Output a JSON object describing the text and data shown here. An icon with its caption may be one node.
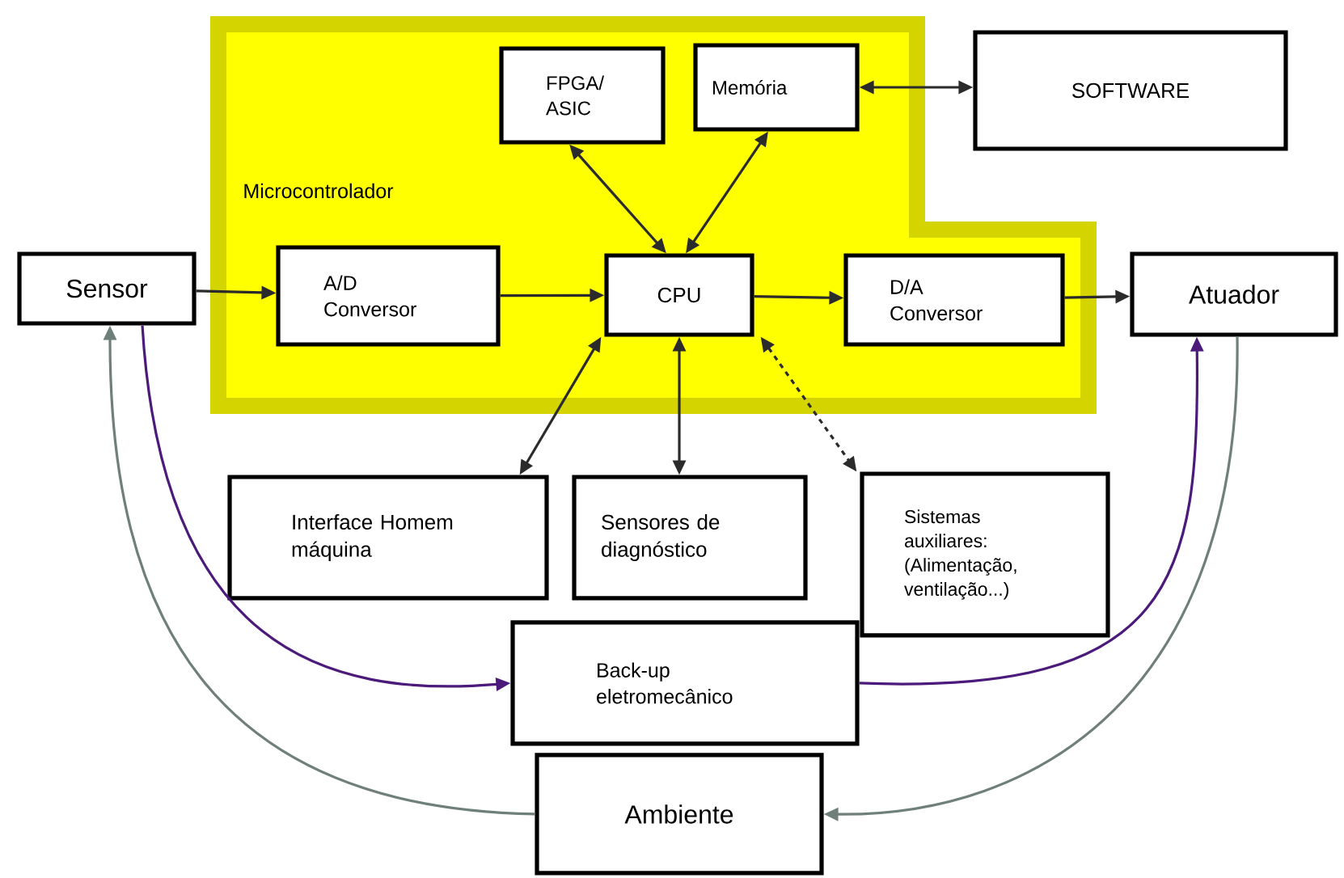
{
  "diagram": {
    "nodes": [
      {
        "text": [
          "Microcontrolador"
        ]
      },
      {
        "text": [
          "FPGA/ ASIC"
        ],
        "in": 0
      },
      {
        "text": [
          "Memória"
        ],
        "in": 0
      },
      {
        "text": [
          "SOFTWARE"
        ]
      },
      {
        "text": [
          "Sensor"
        ]
      },
      {
        "text": [
          "A/D Conversor"
        ],
        "in": 0
      },
      {
        "text": [
          "CPU"
        ],
        "in": 0
      },
      {
        "text": [
          "D/A Conversor"
        ],
        "in": 0
      },
      {
        "text": [
          "Atuador"
        ]
      },
      {
        "text": [
          "Interface Homem máquina"
        ]
      },
      {
        "text": [
          "Sensores de diagnóstico"
        ]
      },
      {
        "text": [
          "Sistemas auxiliares: (Alimentação, ventilação...)"
        ]
      },
      {
        "text": [
          "Back-up eletromecânico"
        ]
      },
      {
        "text": [
          "Ambiente"
        ]
      }
    ],
    "edges": [
      {
        "from": 4,
        "to": 5,
        "arrow": "to"
      },
      {
        "from": 5,
        "to": 6,
        "arrow": "to"
      },
      {
        "from": 6,
        "to": 7,
        "arrow": "to"
      },
      {
        "from": 7,
        "to": 8,
        "arrow": "to"
      },
      {
        "from": 6,
        "to": 1,
        "arrow": "both"
      },
      {
        "from": 6,
        "to": 2,
        "arrow": "both"
      },
      {
        "from": 2,
        "to": 3,
        "arrow": "both"
      },
      {
        "from": 6,
        "to": 9,
        "arrow": "both"
      },
      {
        "from": 6,
        "to": 10,
        "arrow": "both"
      },
      {
        "from": 6,
        "to": 11,
        "arrow": "both",
        "style": "dashed"
      },
      {
        "from": 4,
        "to": 12,
        "arrow": "to",
        "color": "#4b1a7a"
      },
      {
        "from": 12,
        "to": 8,
        "arrow": "to",
        "color": "#4b1a7a"
      },
      {
        "from": 13,
        "to": 4,
        "arrow": "to",
        "color": "#6f7f7a"
      },
      {
        "from": 8,
        "to": 13,
        "arrow": "to",
        "color": "#6f7f7a"
      }
    ]
  }
}
